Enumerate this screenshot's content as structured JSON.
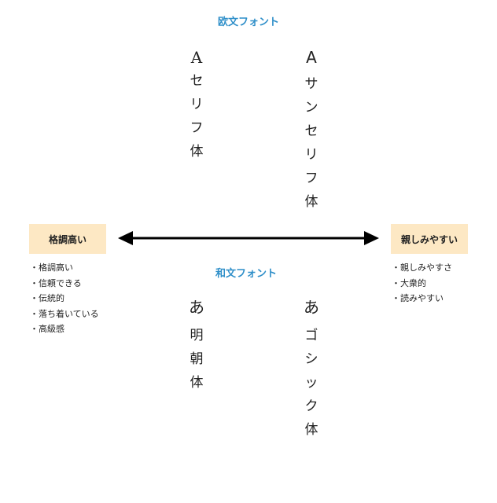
{
  "top": {
    "title": "欧文フォント",
    "serif": {
      "glyph": "A",
      "chars": [
        "セ",
        "リ",
        "フ",
        "体"
      ]
    },
    "sans": {
      "glyph": "A",
      "chars": [
        "サ",
        "ン",
        "セ",
        "リ",
        "フ",
        "体"
      ]
    }
  },
  "bottom": {
    "title": "和文フォント",
    "mincho": {
      "glyph": "あ",
      "chars": [
        "明",
        "朝",
        "体"
      ]
    },
    "gothic": {
      "glyph": "あ",
      "chars": [
        "ゴ",
        "シ",
        "ッ",
        "ク",
        "体"
      ]
    }
  },
  "left": {
    "label": "格調高い",
    "items": [
      "格調高い",
      "信頼できる",
      "伝統的",
      "落ち着いている",
      "高級感"
    ]
  },
  "right": {
    "label": "親しみやすい",
    "items": [
      "親しみやすさ",
      "大衆的",
      "読みやすい"
    ]
  },
  "colors": {
    "title": "#2f8fc9",
    "badge": "#fde8c4",
    "arrow": "#000000"
  }
}
